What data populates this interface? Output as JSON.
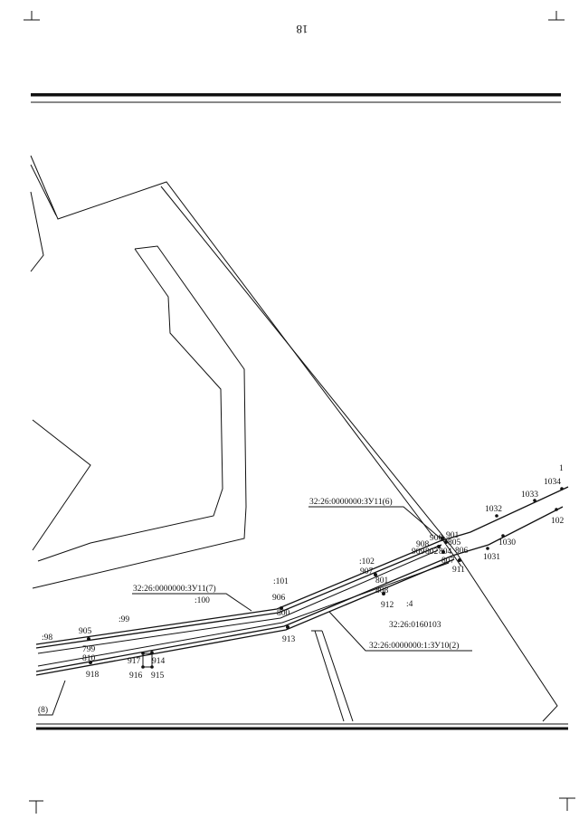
{
  "page_number": "18",
  "cadastral_labels": [
    {
      "id": "zu11-6",
      "text": "32:26:0000000:ЗУ11(6)"
    },
    {
      "id": "zu11-7",
      "text": "32:26:0000000:ЗУ11(7)"
    },
    {
      "id": "zu10-2",
      "text": "32:26:0000000:1:ЗУ10(2)"
    },
    {
      "id": "block",
      "text": "32:26:0160103"
    },
    {
      "id": "part8",
      "text": "(8)"
    }
  ],
  "parcel_labels": [
    ":102",
    ":101",
    ":100",
    ":99",
    ":98",
    ":4"
  ],
  "points": [
    "1",
    "1034",
    "1033",
    "1032",
    "102",
    "1030",
    "1031",
    "900",
    "901",
    "908",
    "805",
    "909",
    "802",
    "804",
    "806",
    "807",
    "911",
    "907",
    "801",
    "808",
    "912",
    "906",
    "800",
    "905",
    "799",
    "810",
    "918",
    "917",
    "914",
    "916",
    "915",
    "913"
  ]
}
